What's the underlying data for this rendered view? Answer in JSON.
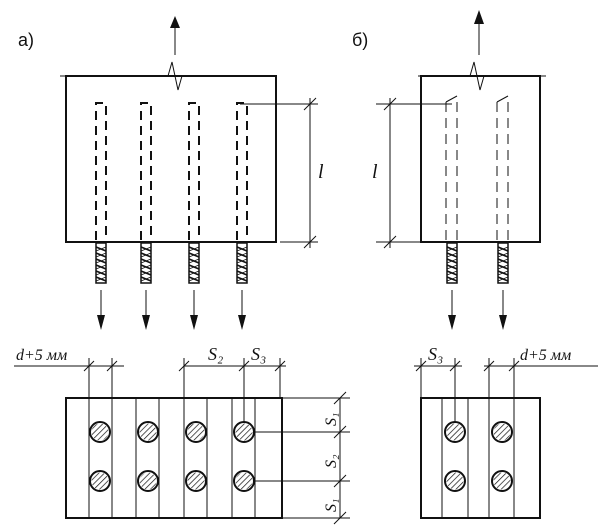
{
  "panel_a": {
    "label": "а)",
    "length_label": "l",
    "dim_bar_offset": "d+5 мм",
    "dim_s2": "S₂",
    "dim_s3": "S₃",
    "dim_s1_top": "S₁",
    "dim_s2_vert": "S₂",
    "dim_s1_bottom": "S₁"
  },
  "panel_b": {
    "label": "б)",
    "length_label": "l",
    "dim_s3": "S₃",
    "dim_bar_offset": "d+5 мм"
  }
}
